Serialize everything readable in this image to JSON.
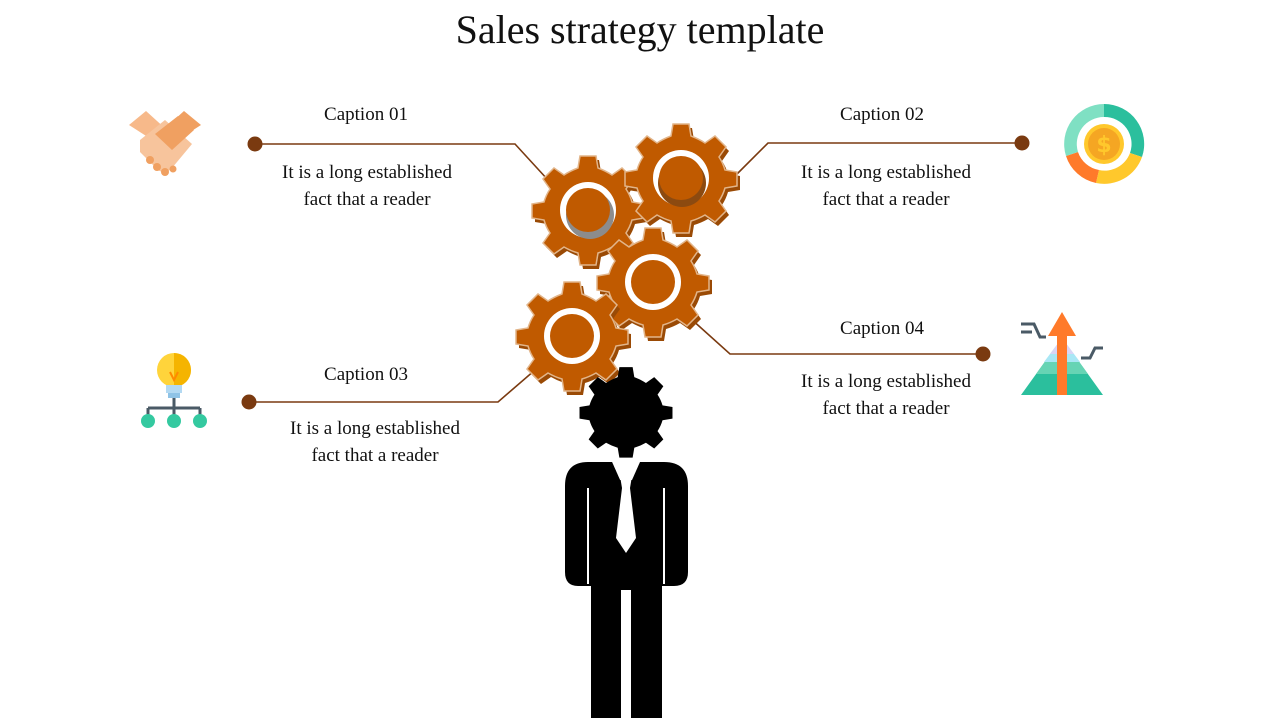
{
  "slide": {
    "title": "Sales strategy template",
    "accent_color": "#c05a00",
    "line_color": "#7a3a10",
    "items": [
      {
        "caption": "Caption 01",
        "desc_line1": "It is a long established",
        "desc_line2": "fact that a reader",
        "icon": "handshake-icon"
      },
      {
        "caption": "Caption 02",
        "desc_line1": "It is a long established",
        "desc_line2": "fact that a reader",
        "icon": "dollar-donut-icon"
      },
      {
        "caption": "Caption 03",
        "desc_line1": "It is a long established",
        "desc_line2": "fact that a reader",
        "icon": "lightbulb-network-icon"
      },
      {
        "caption": "Caption 04",
        "desc_line1": "It is a long established",
        "desc_line2": "fact that a reader",
        "icon": "growth-pyramid-icon"
      }
    ]
  }
}
